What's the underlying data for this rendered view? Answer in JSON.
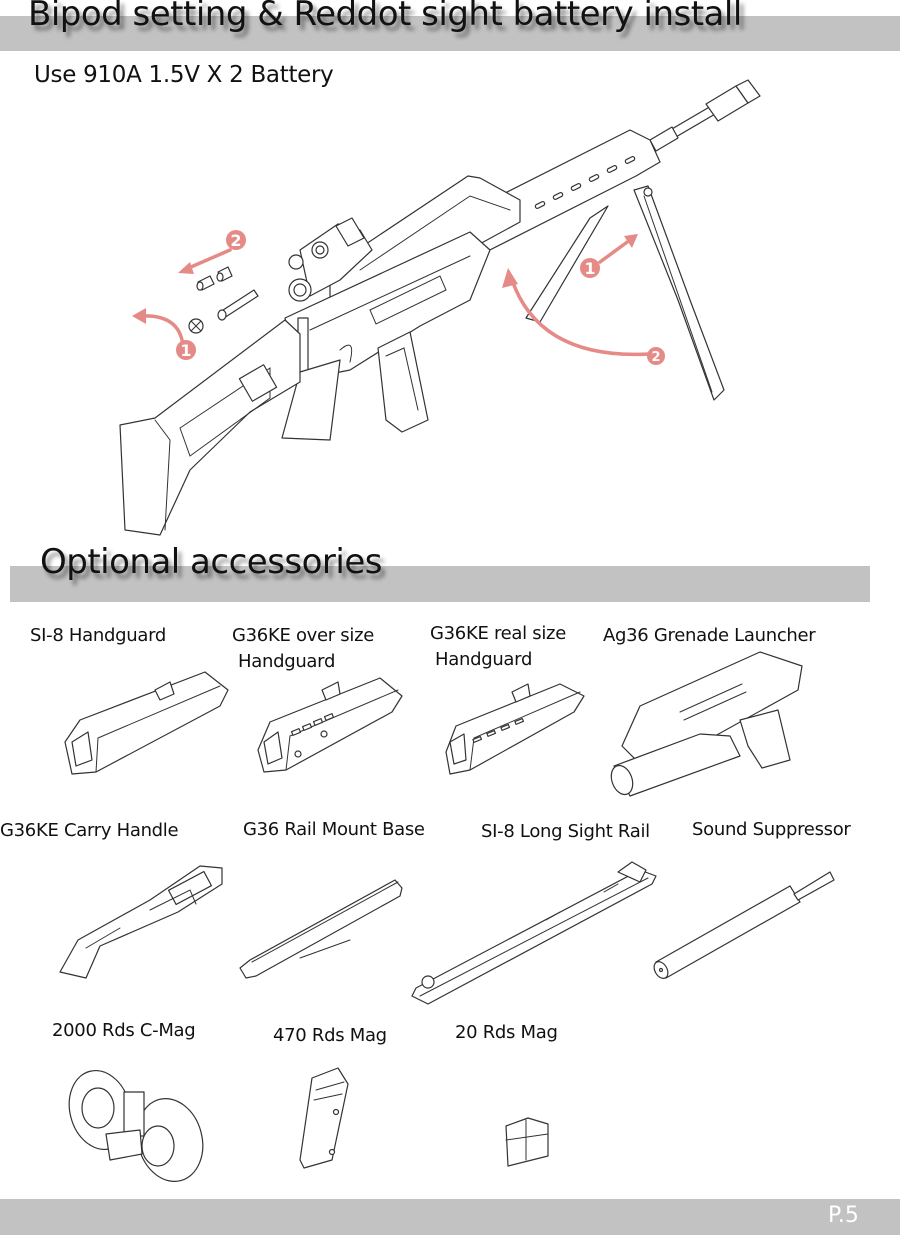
{
  "section1": {
    "title": "Bipod setting & Reddot sight battery install",
    "subtitle": "Use 910A 1.5V X 2 Battery",
    "steps": {
      "sight_step1": "1",
      "sight_step2": "2",
      "bipod_step1": "1",
      "bipod_step2": "2"
    }
  },
  "section2": {
    "title": "Optional accessories",
    "items": [
      {
        "label": "SI-8 Handguard"
      },
      {
        "label_line1": "G36KE over size",
        "label_line2": "Handguard"
      },
      {
        "label_line1": "G36KE real size",
        "label_line2": "Handguard"
      },
      {
        "label": "Ag36 Grenade Launcher"
      },
      {
        "label": "G36KE Carry Handle"
      },
      {
        "label": "G36 Rail Mount Base"
      },
      {
        "label": "SI-8 Long Sight Rail"
      },
      {
        "label": "Sound Suppressor"
      },
      {
        "label": "2000 Rds C-Mag"
      },
      {
        "label": "470 Rds Mag"
      },
      {
        "label": "20 Rds Mag"
      }
    ]
  },
  "footer": {
    "page": "P.5"
  },
  "colors": {
    "banner": "#c2c2c2",
    "accent": "#e58a86"
  }
}
